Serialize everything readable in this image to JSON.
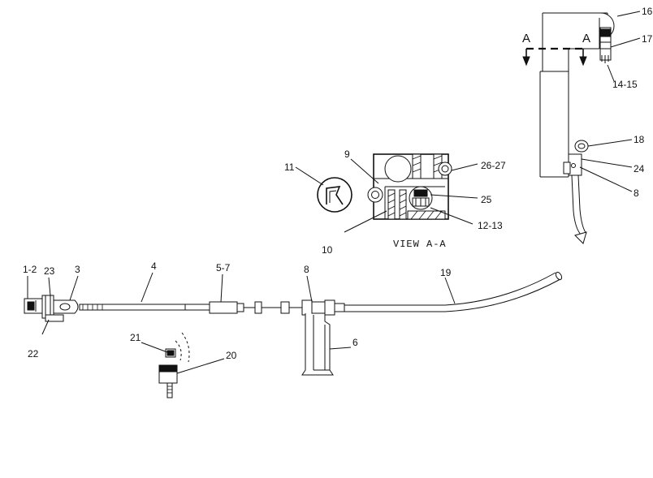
{
  "diagram": {
    "view_caption": "VIEW A-A",
    "section_markers": [
      "A",
      "A"
    ],
    "callouts": {
      "c1_2": "1-2",
      "c23": "23",
      "c3": "3",
      "c4": "4",
      "c5_7": "5-7",
      "c8_main": "8",
      "c19": "19",
      "c6": "6",
      "c22": "22",
      "c21": "21",
      "c20": "20",
      "c9": "9",
      "c11": "11",
      "c10": "10",
      "c26_27": "26-27",
      "c25": "25",
      "c12_13": "12-13",
      "c16": "16",
      "c17": "17",
      "c14_15": "14-15",
      "c18": "18",
      "c24": "24",
      "c8_detail": "8"
    }
  }
}
